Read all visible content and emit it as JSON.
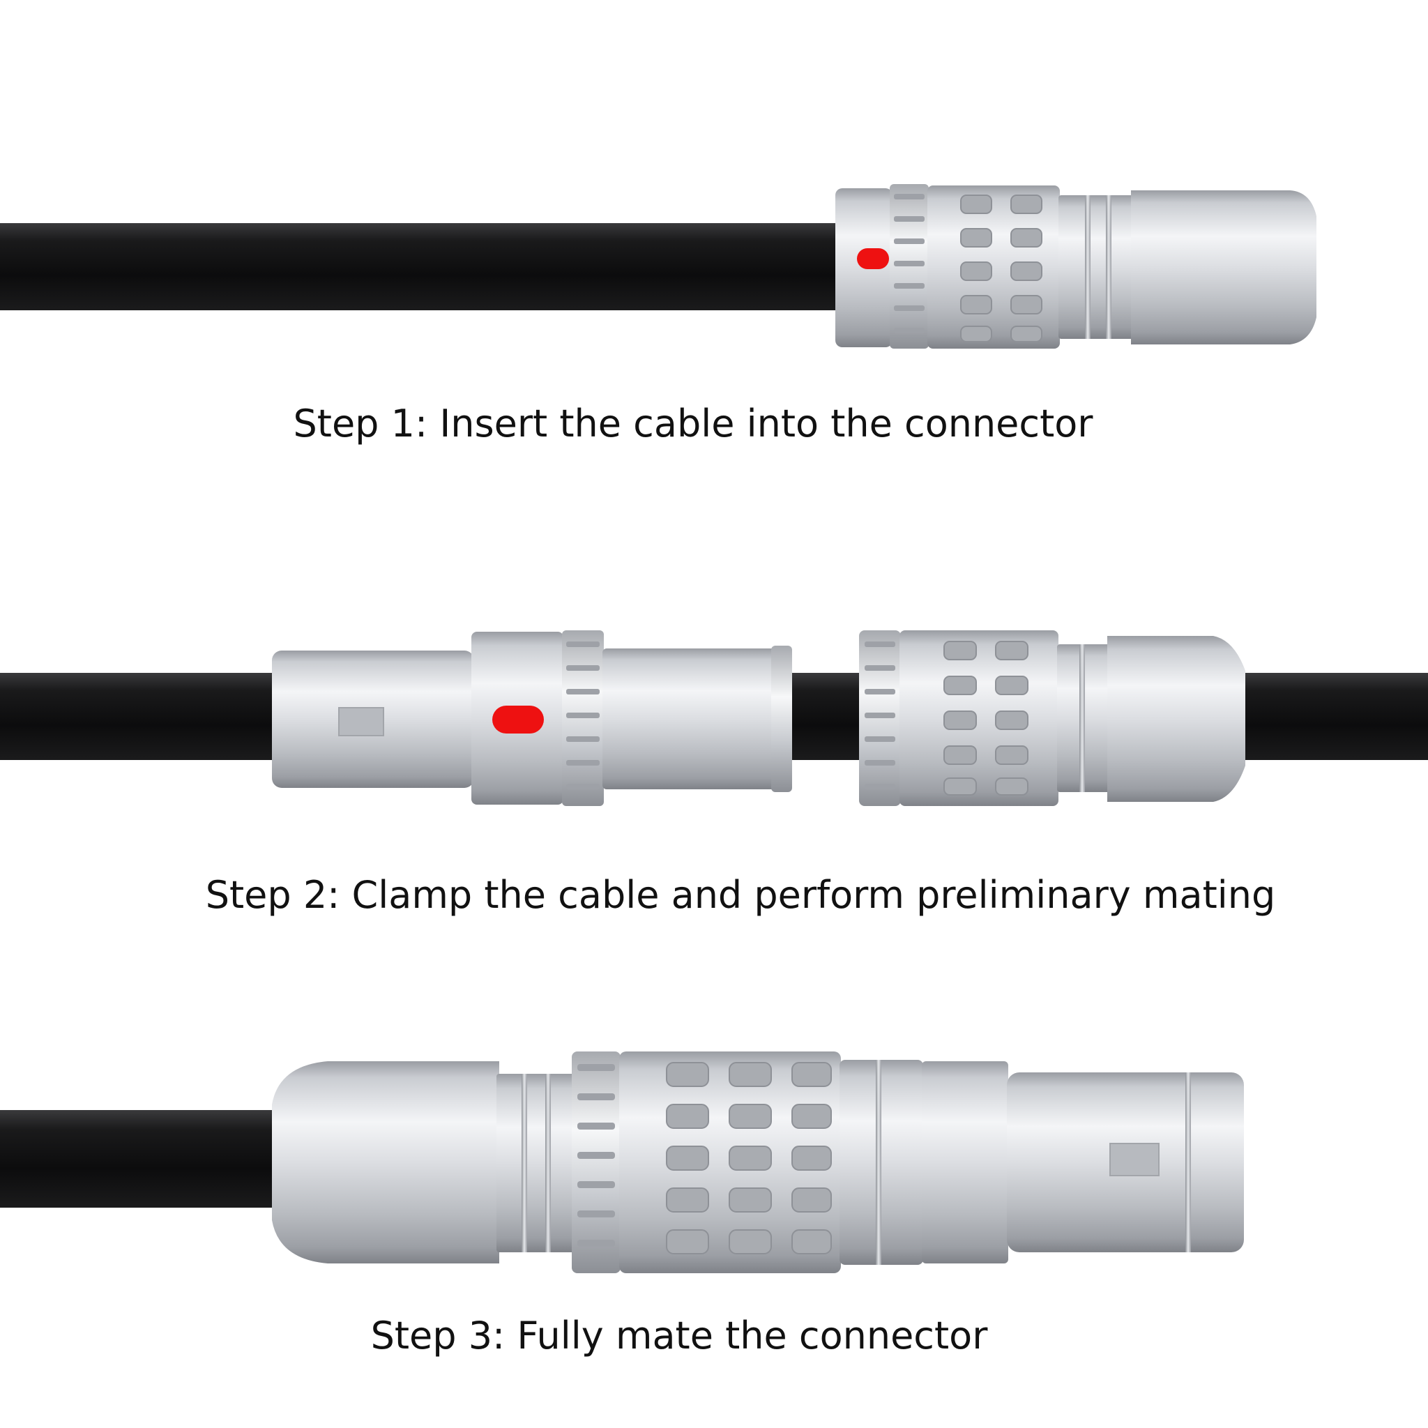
{
  "steps": [
    {
      "label": "Step 1: Insert the cable into the connector"
    },
    {
      "label": "Step 2: Clamp the cable and perform preliminary mating"
    },
    {
      "label": "Step 3: Fully mate the connector"
    }
  ],
  "colors": {
    "background": "#ffffff",
    "cable": "#111111",
    "metal_light": "#f1f2f4",
    "metal_mid": "#c4c7cc",
    "metal_dark": "#8d9096",
    "marker_dot": "#ee1111",
    "text": "#111111"
  },
  "icons": [
    "red-dot-marker",
    "square-marker"
  ]
}
